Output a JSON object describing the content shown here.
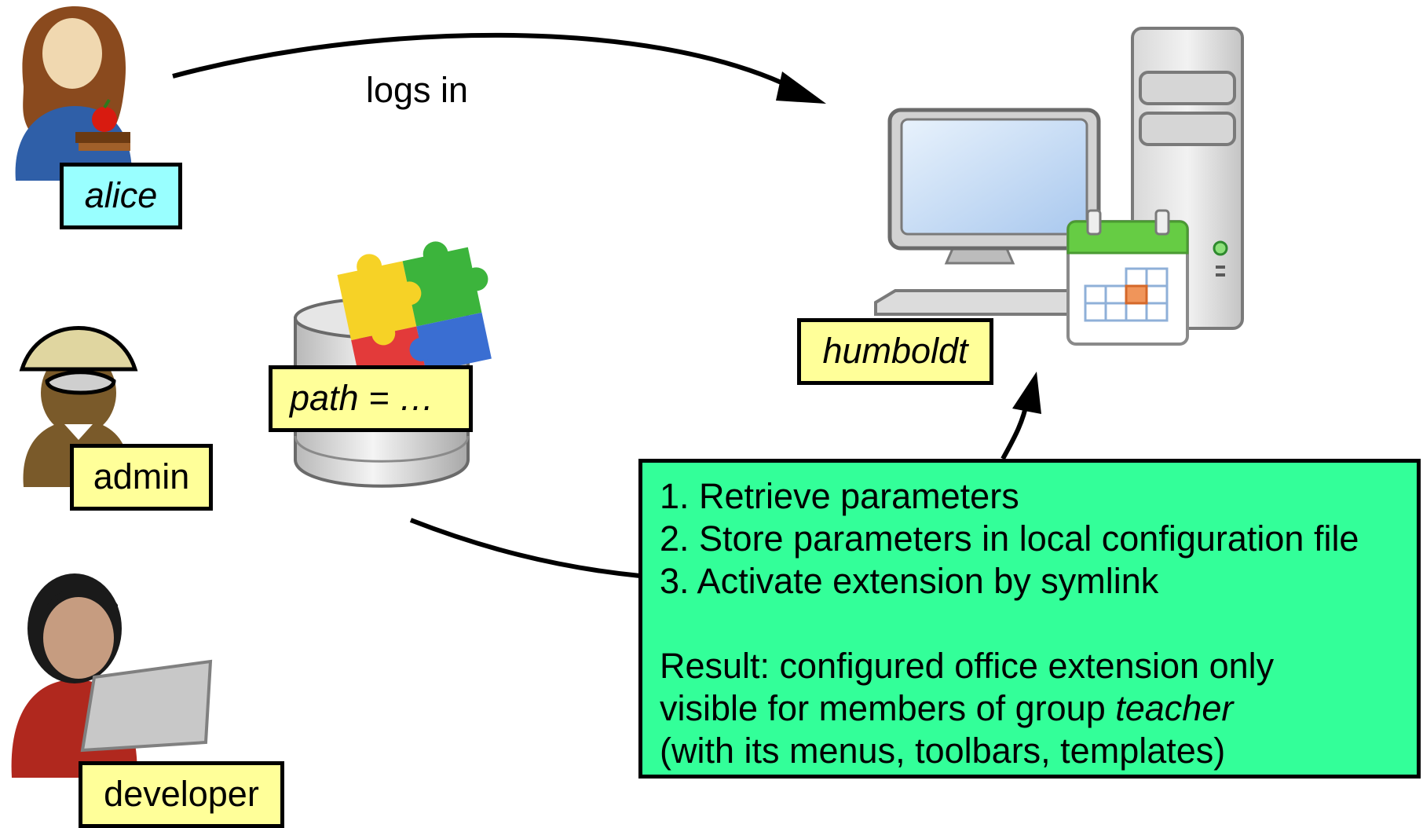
{
  "arrow_label": "logs in",
  "users": {
    "alice": "alice",
    "admin": "admin",
    "developer": "developer"
  },
  "database_label": "path = …",
  "computer_label": "humboldt",
  "steps": {
    "step1": "1. Retrieve parameters",
    "step2": "2. Store parameters in local configuration file",
    "step3": "3. Activate extension by symlink",
    "result_line1": "Result: configured office extension only",
    "result_line2_prefix": "visible for members of group ",
    "result_line2_group": "teacher",
    "result_line3": "(with its menus, toolbars, templates)"
  },
  "colors": {
    "user_label": "#99ffff",
    "label": "#ffff99",
    "steps_box": "#33ff99",
    "border": "#000000"
  },
  "icons": [
    "teacher-user-icon",
    "admin-user-icon",
    "developer-user-icon",
    "database-icon",
    "puzzle-extension-icon",
    "computer-icon",
    "calendar-icon"
  ]
}
